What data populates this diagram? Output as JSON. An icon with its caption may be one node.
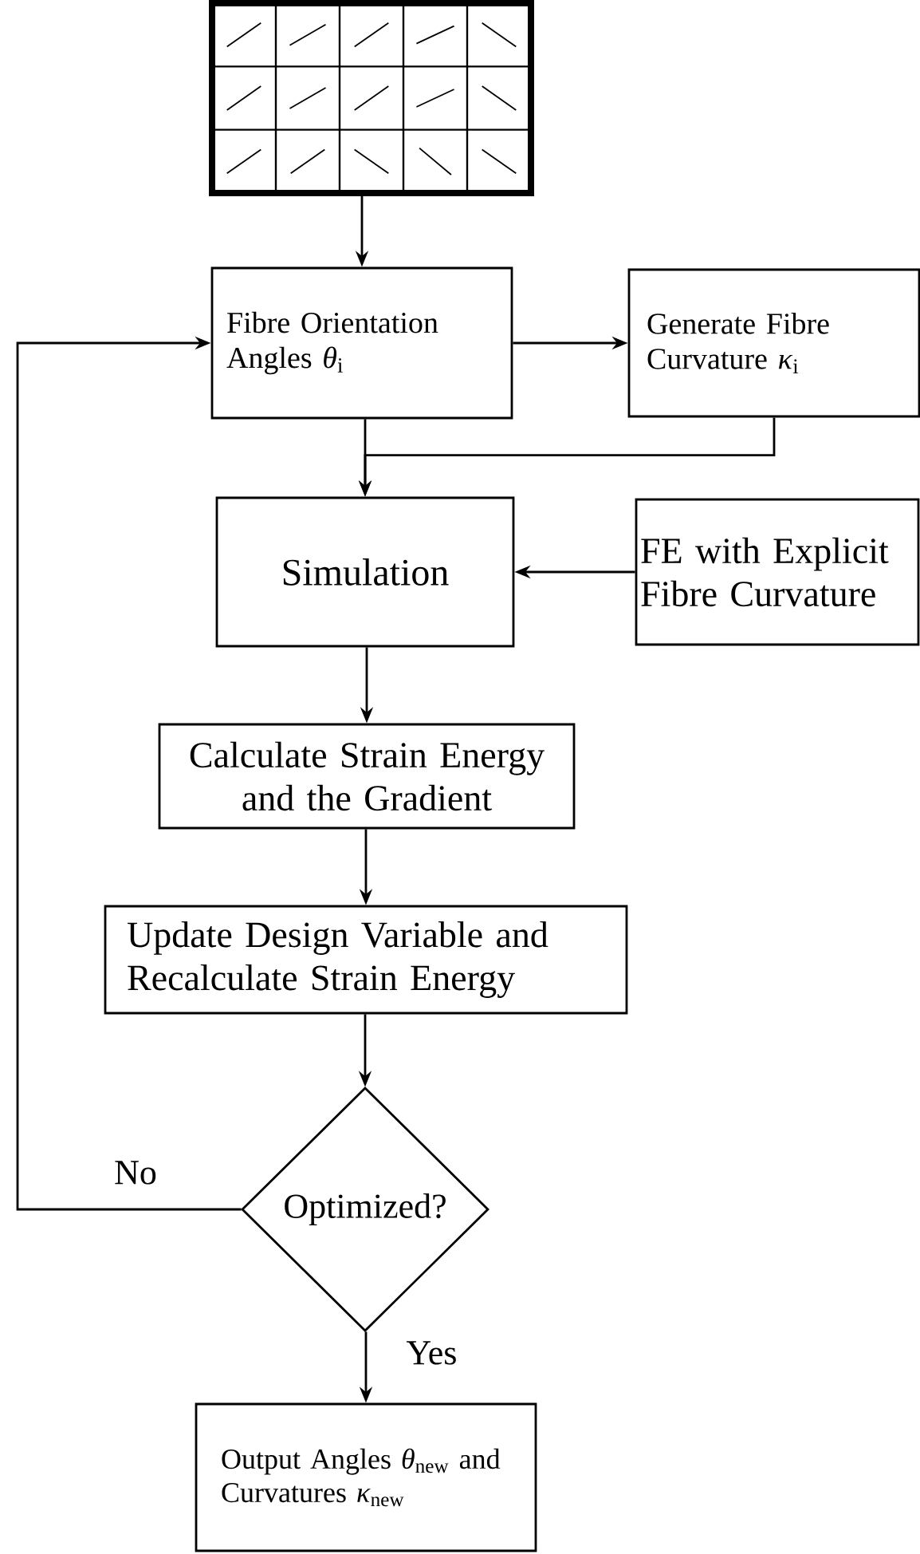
{
  "diagram": {
    "nodes": [
      {
        "text": [],
        "shape": "picture"
      },
      {
        "text": [
          "Fibre Orientation Angles *θ*$_{i}$"
        ]
      },
      {
        "text": [
          "Generate Fibre Curvature *κ*$_{i}$"
        ]
      },
      {
        "text": [
          "Simulation"
        ]
      },
      {
        "text": [
          "FE with Explicit Fibre Curvature"
        ]
      },
      {
        "text": [
          "Calculate Strain Energy and the Gradient"
        ]
      },
      {
        "text": [
          "Update Design Variable and Recalculate Strain Energy"
        ]
      },
      {
        "text": [
          "Optimized?"
        ]
      },
      {
        "text": [
          "Output Angles *θ*$_{new}$ and Curvatures *κ*$_{new}$"
        ]
      }
    ],
    "edges": [
      {
        "from": 0,
        "to": 1,
        "arrow": "to"
      },
      {
        "from": 1,
        "to": 2,
        "arrow": "to"
      },
      {
        "from": 1,
        "to": 3,
        "arrow": "to"
      },
      {
        "from": 2,
        "to": 3,
        "arrow": "to"
      },
      {
        "from": 4,
        "to": 3,
        "arrow": "to"
      },
      {
        "from": 3,
        "to": 5,
        "arrow": "to"
      },
      {
        "from": 5,
        "to": 6,
        "arrow": "to"
      },
      {
        "from": 6,
        "to": 7,
        "arrow": "to"
      },
      {
        "from": 7,
        "to": 8,
        "label": "Yes",
        "arrow": "to"
      },
      {
        "from": 7,
        "to": 1,
        "label": "No",
        "arrow": "to"
      }
    ]
  }
}
